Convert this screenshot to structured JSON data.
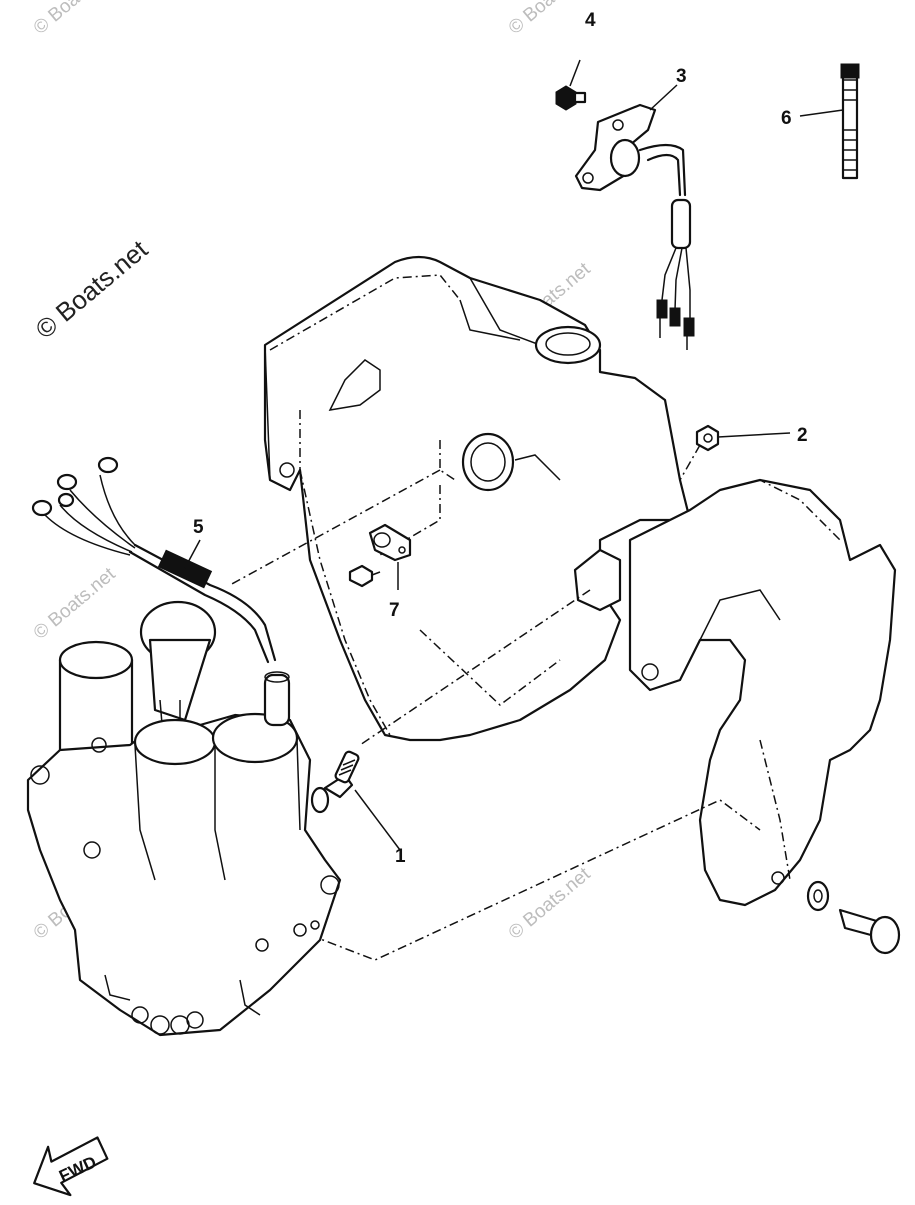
{
  "diagram": {
    "callouts": [
      {
        "id": "1",
        "label": "1"
      },
      {
        "id": "2",
        "label": "2"
      },
      {
        "id": "3",
        "label": "3"
      },
      {
        "id": "4",
        "label": "4"
      },
      {
        "id": "5",
        "label": "5"
      },
      {
        "id": "6",
        "label": "6"
      },
      {
        "id": "7",
        "label": "7"
      }
    ],
    "fwd_label": "FWD",
    "watermark_main": "© Boats.net",
    "watermark_small": "© Boats.net"
  }
}
